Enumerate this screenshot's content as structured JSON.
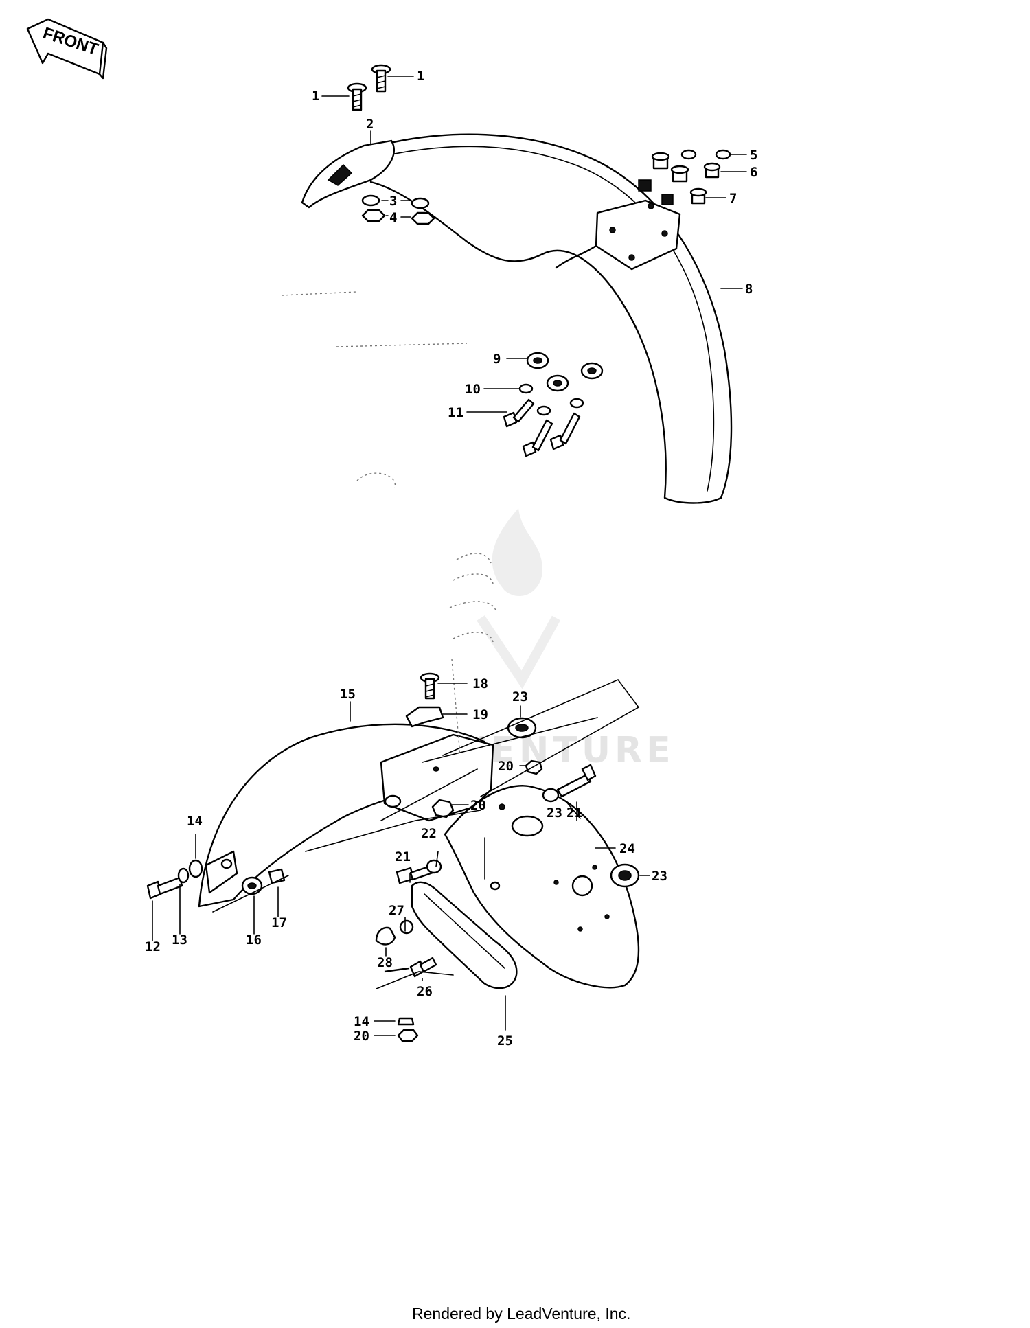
{
  "direction_arrow": {
    "label": "FRONT"
  },
  "watermark": {
    "text": "LEADVENTURE"
  },
  "footer": {
    "text": "Rendered by LeadVenture, Inc."
  },
  "callouts": [
    {
      "id": "c1a",
      "text": "1"
    },
    {
      "id": "c1b",
      "text": "1"
    },
    {
      "id": "c2",
      "text": "2"
    },
    {
      "id": "c3",
      "text": "3"
    },
    {
      "id": "c4",
      "text": "4"
    },
    {
      "id": "c5",
      "text": "5"
    },
    {
      "id": "c6",
      "text": "6"
    },
    {
      "id": "c7",
      "text": "7"
    },
    {
      "id": "c8",
      "text": "8"
    },
    {
      "id": "c9",
      "text": "9"
    },
    {
      "id": "c10",
      "text": "10"
    },
    {
      "id": "c11",
      "text": "11"
    },
    {
      "id": "c12",
      "text": "12"
    },
    {
      "id": "c13",
      "text": "13"
    },
    {
      "id": "c14a",
      "text": "14"
    },
    {
      "id": "c14b",
      "text": "14"
    },
    {
      "id": "c15",
      "text": "15"
    },
    {
      "id": "c16",
      "text": "16"
    },
    {
      "id": "c17",
      "text": "17"
    },
    {
      "id": "c18",
      "text": "18"
    },
    {
      "id": "c19",
      "text": "19"
    },
    {
      "id": "c20a",
      "text": "20"
    },
    {
      "id": "c20b",
      "text": "20"
    },
    {
      "id": "c20c",
      "text": "20"
    },
    {
      "id": "c21a",
      "text": "21"
    },
    {
      "id": "c21b",
      "text": "21"
    },
    {
      "id": "c22",
      "text": "22"
    },
    {
      "id": "c23a",
      "text": "23"
    },
    {
      "id": "c23b",
      "text": "23"
    },
    {
      "id": "c23c",
      "text": "23"
    },
    {
      "id": "c24",
      "text": "24"
    },
    {
      "id": "c25",
      "text": "25"
    },
    {
      "id": "c26",
      "text": "26"
    },
    {
      "id": "c27",
      "text": "27"
    },
    {
      "id": "c28",
      "text": "28"
    }
  ]
}
